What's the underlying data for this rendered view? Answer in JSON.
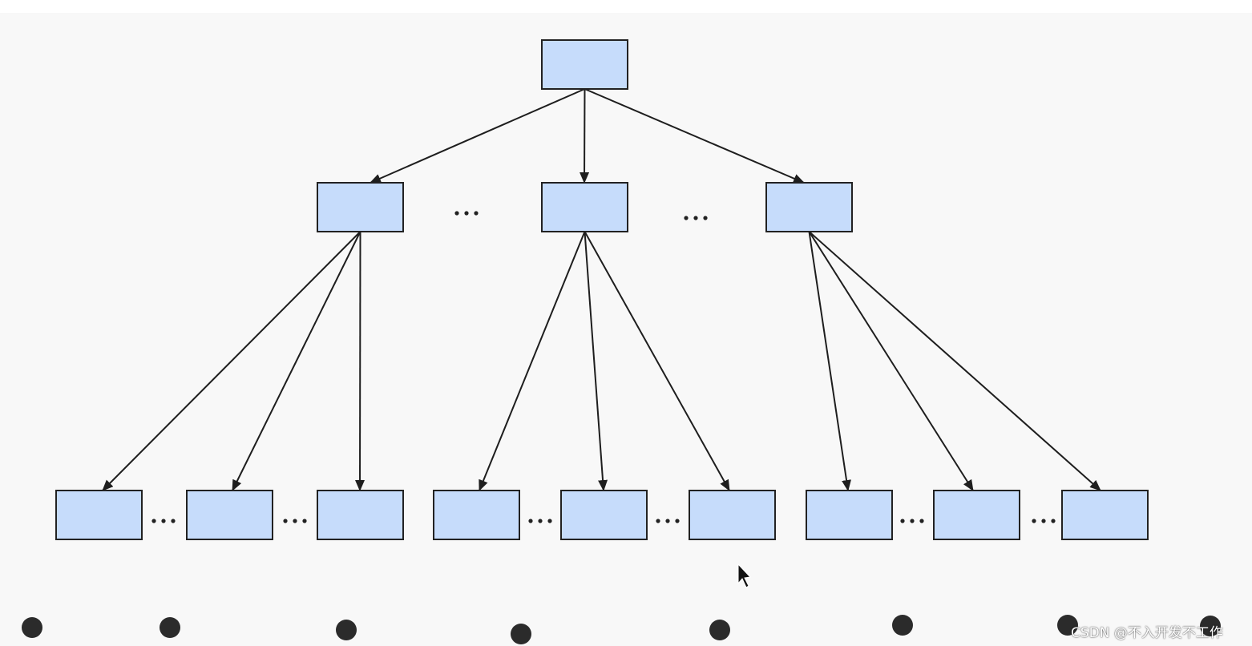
{
  "diagram": {
    "type": "tree",
    "fill_color": "#c6dcfb",
    "stroke_color": "#222222",
    "levels": [
      {
        "level": 0,
        "nodes": [
          "root"
        ]
      },
      {
        "level": 1,
        "nodes": [
          "mid-left",
          "mid-center",
          "mid-right"
        ],
        "gaps_marked_with_ellipsis": true
      },
      {
        "level": 2,
        "nodes": [
          "leaf-1",
          "leaf-2",
          "leaf-3",
          "leaf-4",
          "leaf-5",
          "leaf-6",
          "leaf-7",
          "leaf-8",
          "leaf-9"
        ],
        "gaps_marked_with_ellipsis": true
      }
    ],
    "edges": [
      [
        "root",
        "mid-left"
      ],
      [
        "root",
        "mid-center"
      ],
      [
        "root",
        "mid-right"
      ],
      [
        "mid-left",
        "leaf-1"
      ],
      [
        "mid-left",
        "leaf-2"
      ],
      [
        "mid-left",
        "leaf-3"
      ],
      [
        "mid-center",
        "leaf-4"
      ],
      [
        "mid-center",
        "leaf-5"
      ],
      [
        "mid-center",
        "leaf-6"
      ],
      [
        "mid-right",
        "leaf-7"
      ],
      [
        "mid-right",
        "leaf-8"
      ],
      [
        "mid-right",
        "leaf-9"
      ]
    ],
    "bottom_bullets_count": 8
  },
  "watermark": {
    "text": "CSDN @不入开发不工作"
  }
}
